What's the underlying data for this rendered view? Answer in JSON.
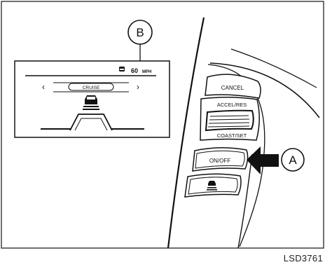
{
  "display": {
    "speed_value": "60",
    "speed_unit": "MPH",
    "mode_label": "CRUISE",
    "left_arrow": "‹",
    "right_arrow": "›"
  },
  "switches": {
    "cancel_label": "CANCEL",
    "accel_res_label": "ACCEL/RES",
    "coast_set_label": "COAST/SET",
    "on_off_label": "ON/OFF"
  },
  "callouts": {
    "a": "A",
    "b": "B"
  },
  "figure_code": "LSD3761"
}
